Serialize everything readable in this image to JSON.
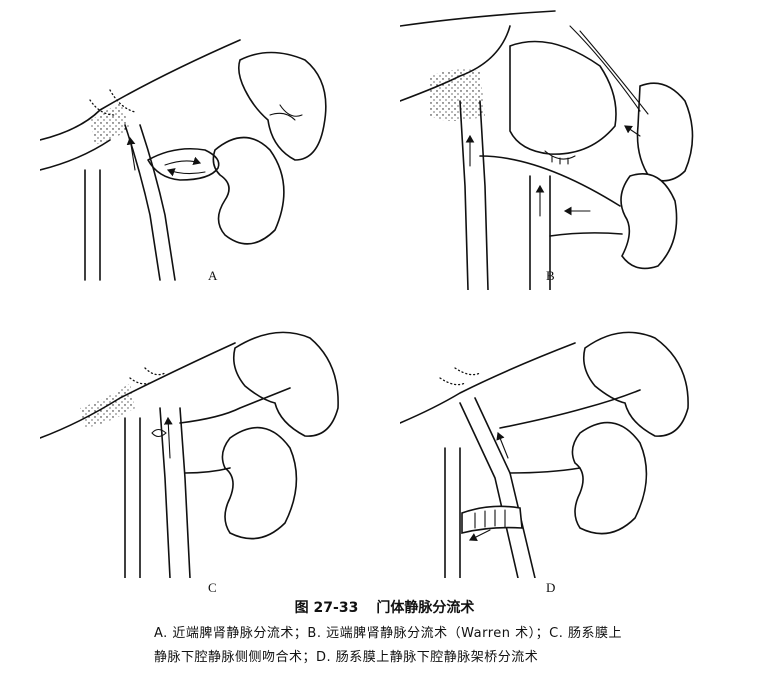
{
  "figure": {
    "number": "图 27-33",
    "title": "门体静脉分流术",
    "caption_line1": "A. 近端脾肾静脉分流术；B. 远端脾肾静脉分流术（Warren 术）；C. 肠系膜上",
    "caption_line2": "静脉下腔静脉侧侧吻合术；D. 肠系膜上静脉下腔静脉架桥分流术"
  },
  "panels": {
    "a": {
      "label": "A"
    },
    "b": {
      "label": "B"
    },
    "c": {
      "label": "C"
    },
    "d": {
      "label": "D"
    }
  }
}
